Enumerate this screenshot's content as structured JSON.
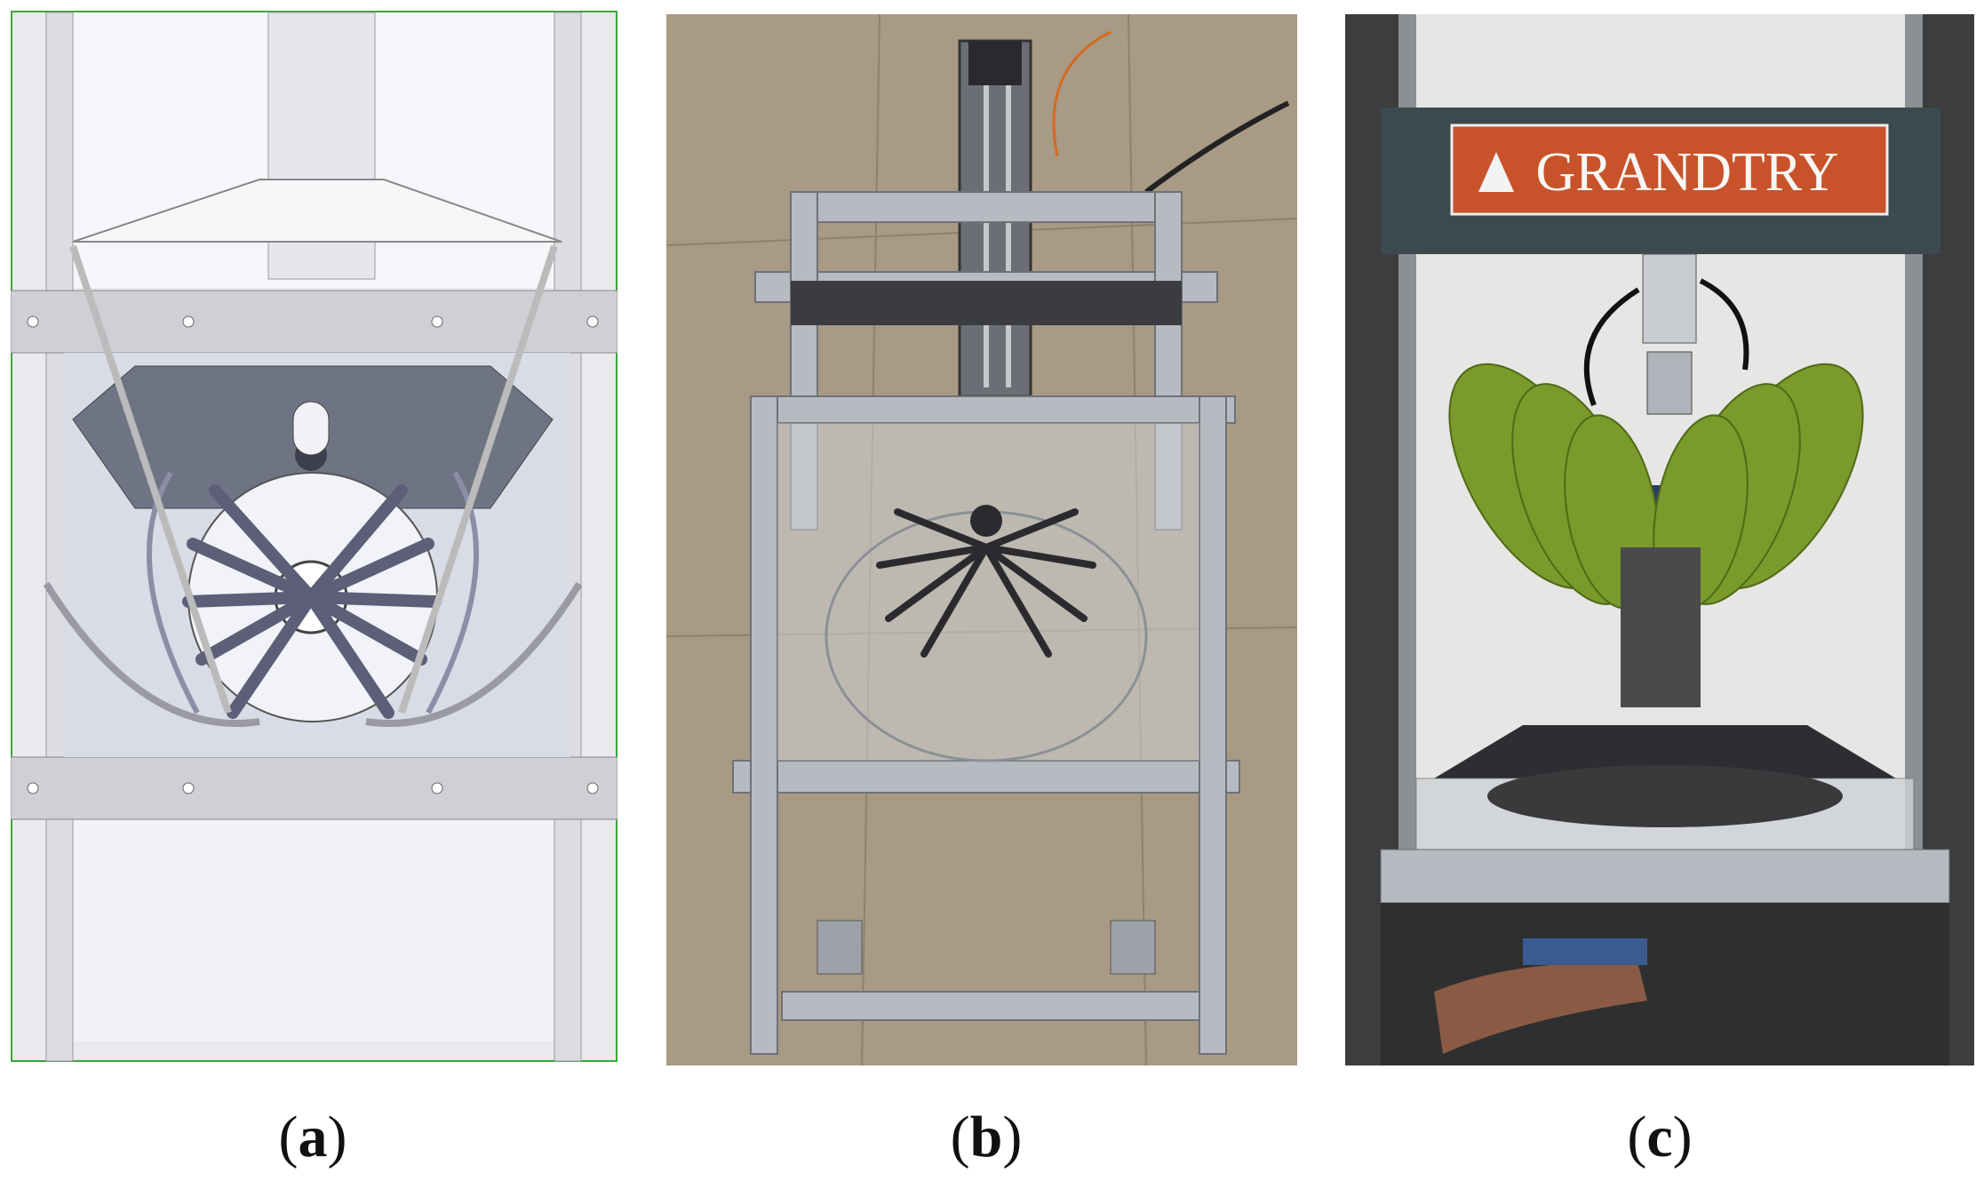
{
  "panels": [
    {
      "id": "a",
      "caption_open": "(",
      "caption_letter": "a",
      "caption_close": ")",
      "kind": "cad-drawing"
    },
    {
      "id": "b",
      "caption_open": "(",
      "caption_letter": "b",
      "caption_close": ")",
      "kind": "photo-gripper-frame"
    },
    {
      "id": "c",
      "caption_open": "(",
      "caption_letter": "c",
      "caption_close": ")",
      "kind": "photo-testing-machine"
    }
  ],
  "logo": {
    "text": "GRANDTRY"
  },
  "colors": {
    "cad_border": "#3aa83a",
    "frame": "#a9acb0",
    "plate": "#6f7485",
    "banana": "#7a9a2c",
    "machine_head": "#3c4a4f",
    "logo_bg": "#c8532b",
    "floor": "#a89a84"
  }
}
